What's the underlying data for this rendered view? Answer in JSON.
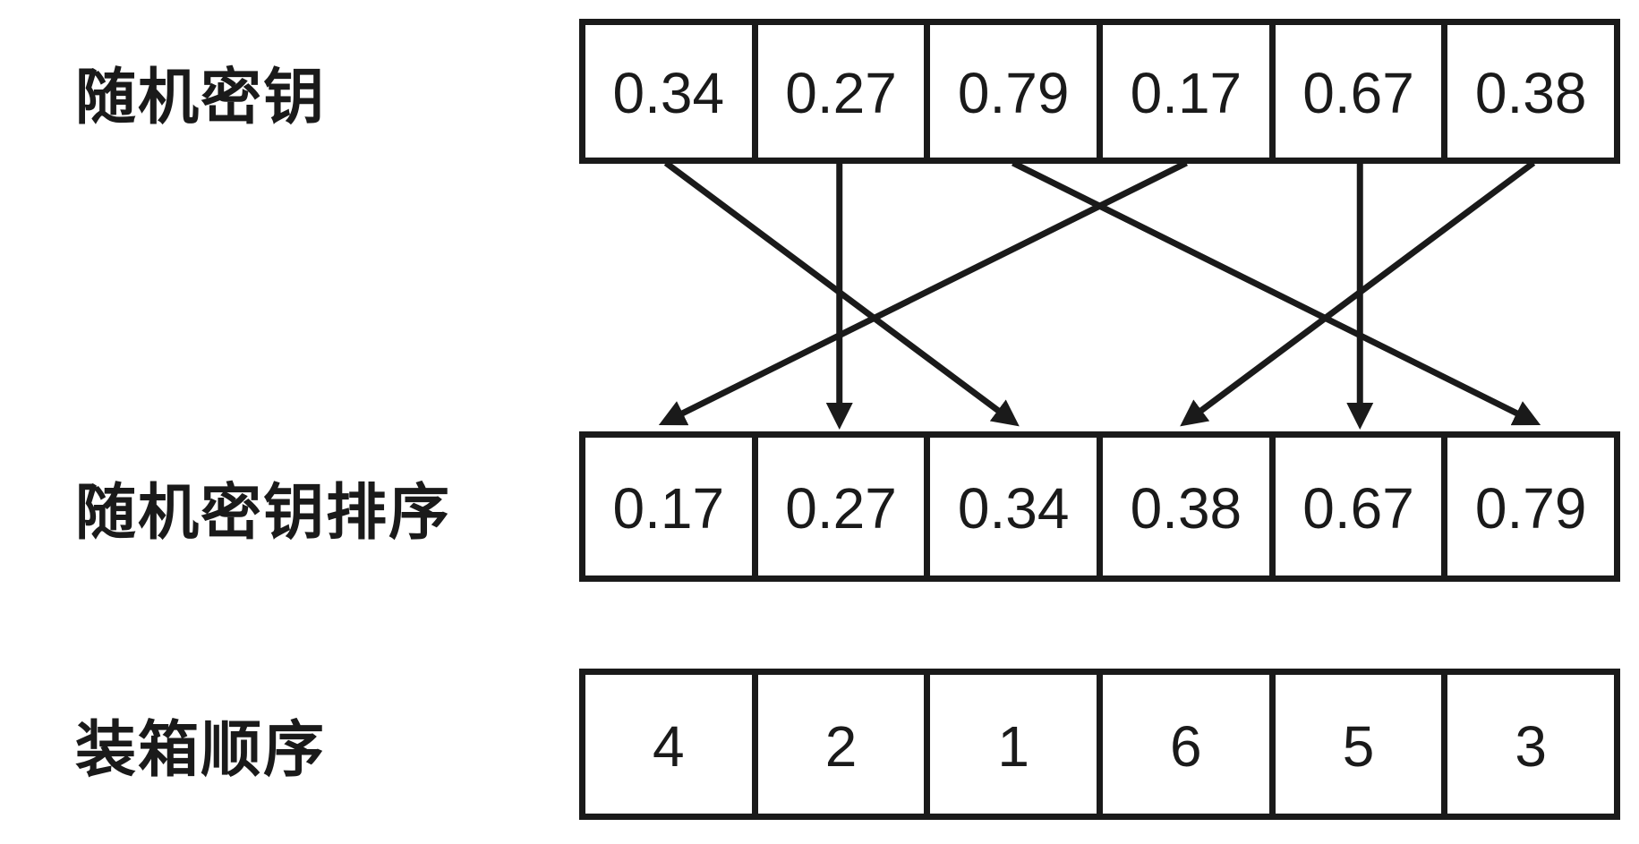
{
  "diagram": {
    "background_color": "#ffffff",
    "line_color": "#1a1a1a",
    "rows": [
      {
        "id": "random-keys",
        "label": "随机密钥",
        "cells": [
          "0.34",
          "0.27",
          "0.79",
          "0.17",
          "0.67",
          "0.38"
        ]
      },
      {
        "id": "sorted-keys",
        "label": "随机密钥排序",
        "cells": [
          "0.17",
          "0.27",
          "0.34",
          "0.38",
          "0.67",
          "0.79"
        ]
      },
      {
        "id": "packing-order",
        "label": "装箱顺序",
        "cells": [
          "4",
          "2",
          "1",
          "6",
          "5",
          "3"
        ]
      }
    ],
    "mapping": [
      {
        "from": 1,
        "to": 3
      },
      {
        "from": 2,
        "to": 2
      },
      {
        "from": 3,
        "to": 6
      },
      {
        "from": 4,
        "to": 1
      },
      {
        "from": 5,
        "to": 5
      },
      {
        "from": 6,
        "to": 4
      }
    ]
  }
}
